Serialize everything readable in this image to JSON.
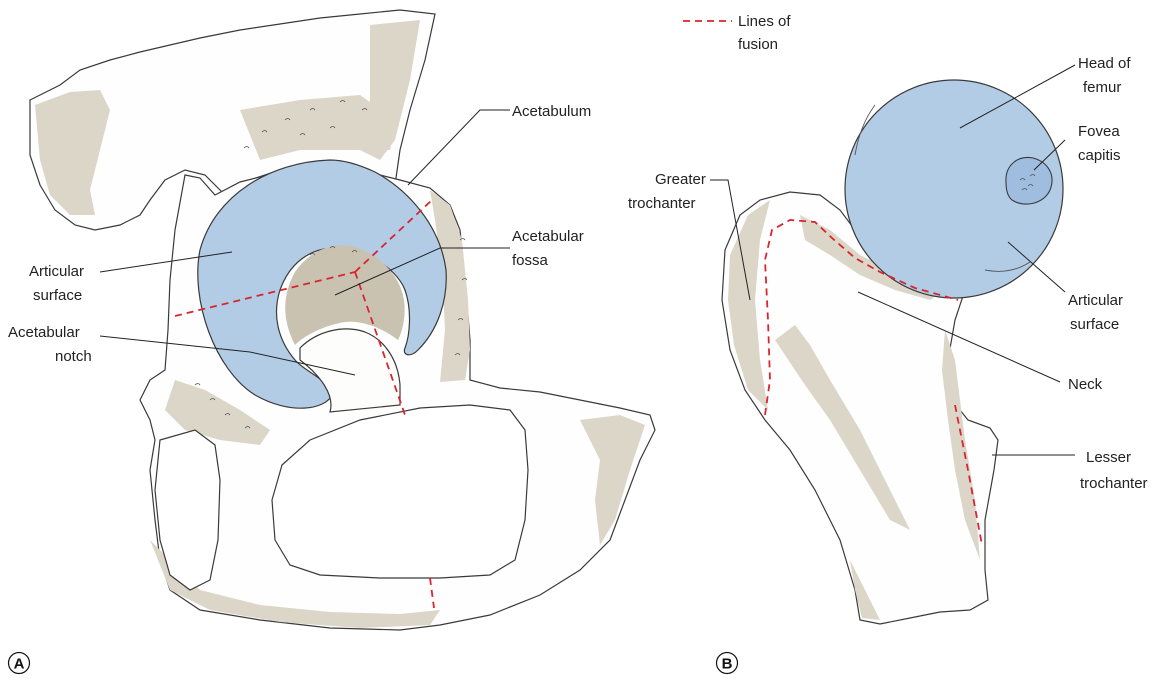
{
  "legend": {
    "label_line1": "Lines of",
    "label_line2": "fusion",
    "line_color": "#d9252f"
  },
  "panel_a": {
    "letter": "A",
    "labels": {
      "acetabulum": "Acetabulum",
      "acetabular_fossa_1": "Acetabular",
      "acetabular_fossa_2": "fossa",
      "articular_surface_1": "Articular",
      "articular_surface_2": "surface",
      "acetabular_notch_1": "Acetabular",
      "acetabular_notch_2": "notch"
    }
  },
  "panel_b": {
    "letter": "B",
    "labels": {
      "head_of_femur_1": "Head of",
      "head_of_femur_2": "femur",
      "fovea_capitis_1": "Fovea",
      "fovea_capitis_2": "capitis",
      "greater_trochanter_1": "Greater",
      "greater_trochanter_2": "trochanter",
      "articular_surface_1": "Articular",
      "articular_surface_2": "surface",
      "neck": "Neck",
      "lesser_trochanter_1": "Lesser",
      "lesser_trochanter_2": "trochanter"
    }
  },
  "colors": {
    "cartilage": "#b3cce6",
    "bone_shade": "#dbd6c8",
    "bone_outline": "#3a3a3a"
  }
}
